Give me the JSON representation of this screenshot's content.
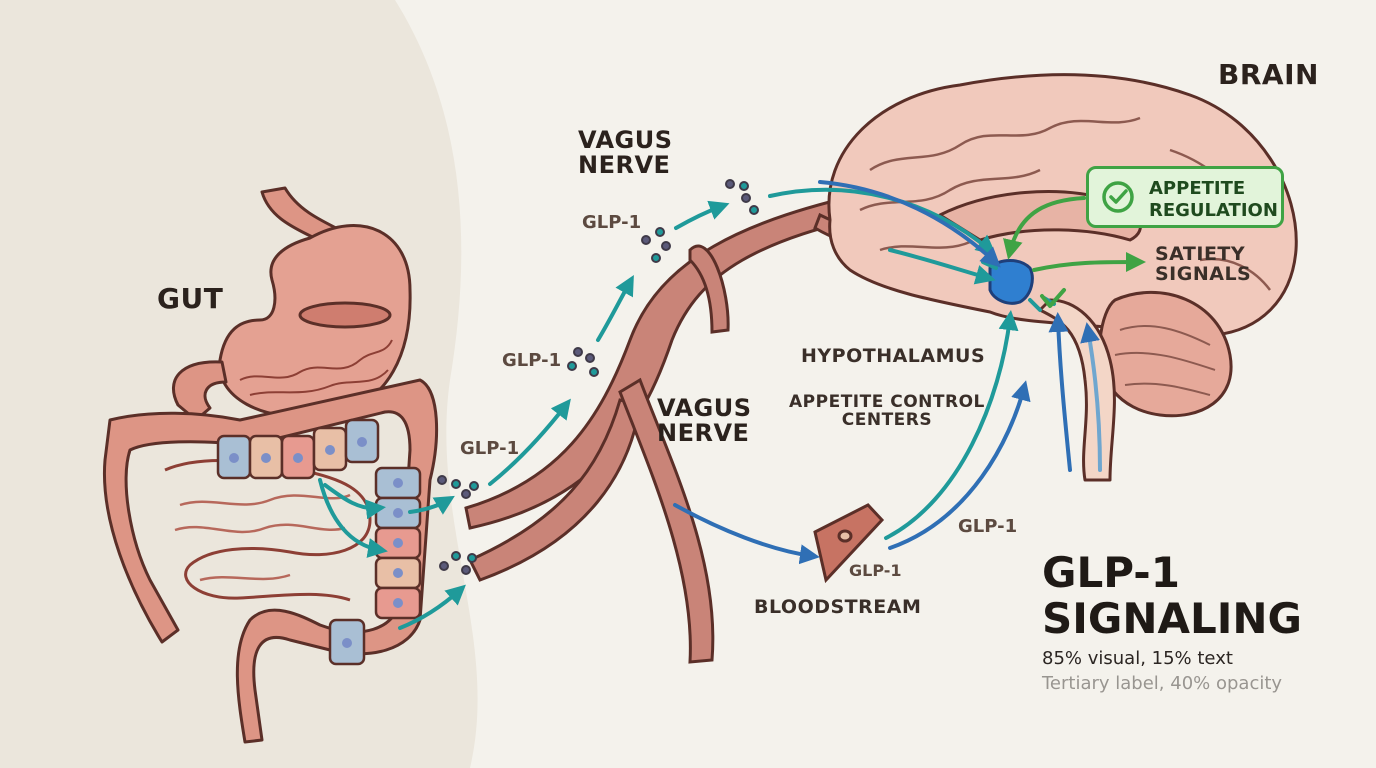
{
  "labels": {
    "gut": "GUT",
    "brain": "BRAIN",
    "vagus_top_line1": "VAGUS",
    "vagus_top_line2": "NERVE",
    "vagus_mid_line1": "VAGUS",
    "vagus_mid_line2": "NERVE",
    "hypothalamus": "HYPOTHALAMUS",
    "appetite_control_line1": "APPETITE CONTROL",
    "appetite_control_line2": "CENTERS",
    "bloodstream": "BLOODSTREAM",
    "satiety_line1": "SATIETY",
    "satiety_line2": "SIGNALS",
    "appetite_regulation_line1": "APPETITE",
    "appetite_regulation_line2": "REGULATION"
  },
  "glp_tags": {
    "top": "GLP-1",
    "upper_mid": "GLP-1",
    "lower_mid": "GLP-1",
    "blood_right": "GLP-1",
    "blood_vessel": "GLP-1"
  },
  "title": {
    "line1": "GLP-1",
    "line2": "SIGNALING",
    "subtitle": "85% visual, 15% text",
    "tertiary": "Tertiary label, 40% opacity"
  },
  "colors": {
    "background": "#f4f2ec",
    "gut_panel": "#ebe6dc",
    "tissue": "#dd9585",
    "tissue_outline": "#5b2f28",
    "nerve": "#c98478",
    "brain": "#f1c9bc",
    "teal_arrow": "#1f9a9a",
    "blue_arrow": "#2f6fb5",
    "green_accent": "#3fa344",
    "hypothalamus": "#2f7fd0"
  }
}
